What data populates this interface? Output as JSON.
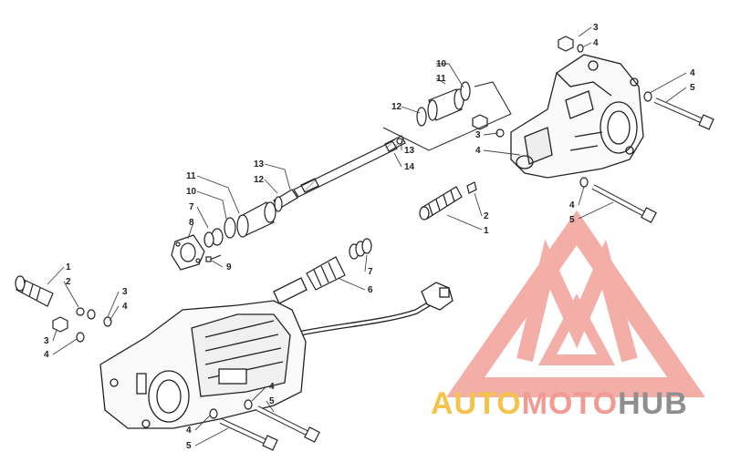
{
  "callouts": {
    "top": [
      {
        "label": "3"
      },
      {
        "label": "4"
      },
      {
        "label": "4"
      },
      {
        "label": "5"
      },
      {
        "label": "10"
      },
      {
        "label": "11"
      },
      {
        "label": "12"
      },
      {
        "label": "3"
      },
      {
        "label": "4"
      },
      {
        "label": "13"
      },
      {
        "label": "14"
      },
      {
        "label": "2"
      },
      {
        "label": "1"
      },
      {
        "label": "4"
      },
      {
        "label": "5"
      }
    ],
    "middle": [
      {
        "label": "13"
      },
      {
        "label": "12"
      },
      {
        "label": "11"
      },
      {
        "label": "10"
      },
      {
        "label": "7"
      },
      {
        "label": "8"
      },
      {
        "label": "9"
      },
      {
        "label": "7"
      },
      {
        "label": "6"
      }
    ],
    "bottom": [
      {
        "label": "1"
      },
      {
        "label": "2"
      },
      {
        "label": "3"
      },
      {
        "label": "4"
      },
      {
        "label": "3"
      },
      {
        "label": "4"
      },
      {
        "label": "4"
      },
      {
        "label": "5"
      },
      {
        "label": "4"
      },
      {
        "label": "5"
      }
    ]
  },
  "watermark": {
    "part1": "AUTO",
    "part2": "MOTO",
    "part3": "HUB",
    "colors": {
      "auto": "#f4c44a",
      "moto": "#f19b94",
      "hub": "#8f8f8f",
      "logo": "#f2a09a"
    }
  }
}
